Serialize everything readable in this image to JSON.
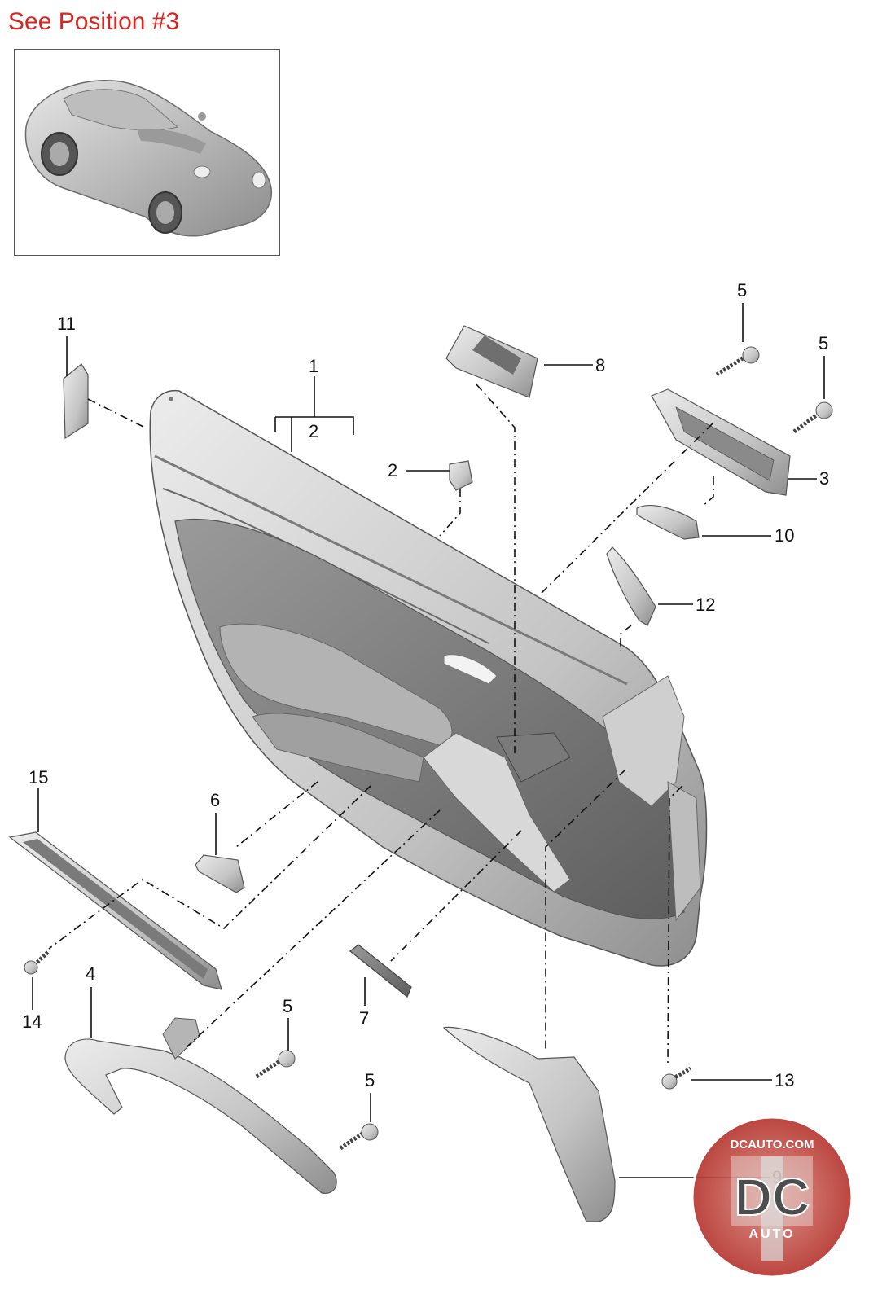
{
  "header": {
    "position_note": "See Position #3"
  },
  "diagram": {
    "callouts": [
      {
        "id": "c1",
        "label": "1"
      },
      {
        "id": "c2a",
        "label": "2"
      },
      {
        "id": "c2b",
        "label": "2"
      },
      {
        "id": "c3",
        "label": "3"
      },
      {
        "id": "c4",
        "label": "4"
      },
      {
        "id": "c5a",
        "label": "5"
      },
      {
        "id": "c5b",
        "label": "5"
      },
      {
        "id": "c5c",
        "label": "5"
      },
      {
        "id": "c5d",
        "label": "5"
      },
      {
        "id": "c6",
        "label": "6"
      },
      {
        "id": "c7",
        "label": "7"
      },
      {
        "id": "c8",
        "label": "8"
      },
      {
        "id": "c9",
        "label": "9"
      },
      {
        "id": "c10",
        "label": "10"
      },
      {
        "id": "c11",
        "label": "11"
      },
      {
        "id": "c12",
        "label": "12"
      },
      {
        "id": "c13",
        "label": "13"
      },
      {
        "id": "c14",
        "label": "14"
      },
      {
        "id": "c15",
        "label": "15"
      }
    ]
  },
  "watermark": {
    "site": "DCAUTO.COM",
    "monogram": "DC",
    "word": "AUTO"
  },
  "colors": {
    "header_red": "#d9251d",
    "part_fill": "#c9c9c9",
    "part_shadow": "#8a8a8a",
    "watermark_red": "#b5322c"
  }
}
